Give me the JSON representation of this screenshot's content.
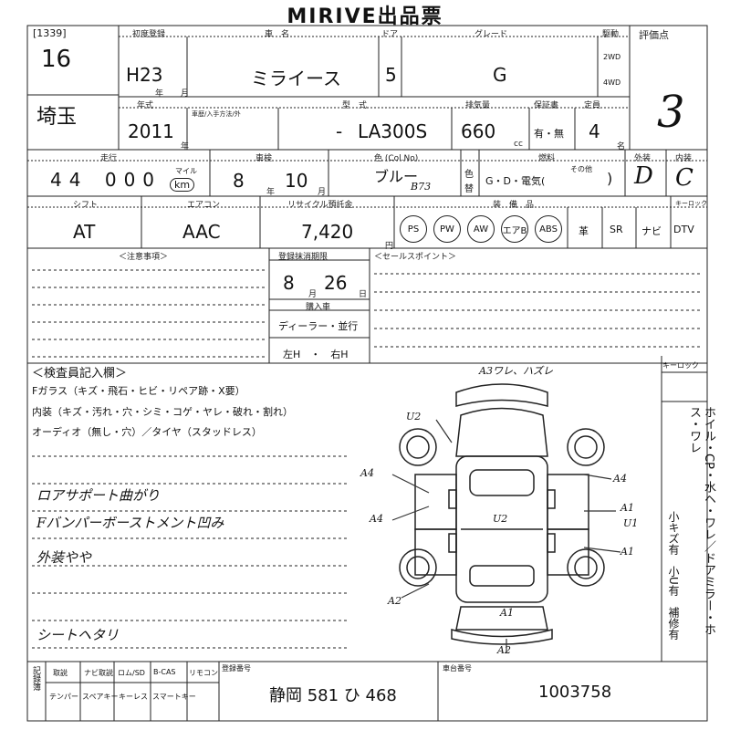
{
  "header": {
    "title": "MIRIVE出品票"
  },
  "lot": {
    "number": "[1339]",
    "day": "16",
    "place": "埼玉"
  },
  "labels": {
    "reg_year": "初度登録",
    "car_name": "車　名",
    "door": "ドア",
    "grade": "グレード",
    "model_year": "年式",
    "remark_small": "車歴/入手方法/外",
    "type": "型　式",
    "displacement": "排気量",
    "warranty": "保証書",
    "capacity": "定員",
    "drive": "駆動",
    "score": "評価点",
    "mileage": "走行",
    "vehicle": "車検",
    "color": "色 (Col.No)",
    "fuel": "燃料",
    "exterior": "外装",
    "interior": "内装",
    "shift": "シフト",
    "aircon": "エアコン",
    "recycle": "リサイクル預託金",
    "equipment": "装　備　品",
    "notes": "＜注意事項＞",
    "reg_deadline": "登録抹消期限",
    "sales_point": "＜セールスポイント＞",
    "purchase": "購入車",
    "keyless": "キーロック",
    "reg_no_label": "登録番号",
    "frame_label": "車台番号",
    "inspector": "＜検査員記入欄＞",
    "year_unit": "年",
    "month_unit": "月",
    "day_unit": "日",
    "yen_unit": "円",
    "cc_unit": "cc",
    "person_unit": "名",
    "era_small": "年",
    "month_small": "月",
    "color_word": "色",
    "repaint": "替",
    "fuel_other": "その他"
  },
  "car": {
    "registration": "H23",
    "name": "ミライース",
    "doors": "5",
    "grade": "G",
    "drive_opts": [
      "2WD",
      "4WD"
    ],
    "year": "2011",
    "model_dash": "-",
    "model": "LA300S",
    "displacement": "660",
    "warranty": "有・無",
    "capacity": "4",
    "score": "3",
    "mileage_digits": [
      "4",
      "4",
      "0",
      "0",
      "0"
    ],
    "mileage_unit_top": "マイル",
    "mileage_unit": "km",
    "inspection_year": "8",
    "inspection_month": "10",
    "color": "ブルー",
    "color_no": "B73",
    "fuel": "G・D・電気(",
    "fuel_close": ")",
    "exterior_grade": "D",
    "interior_grade": "C",
    "shift": "AT",
    "aircon": "AAC",
    "recycle": "7,420",
    "equipment": [
      "PS",
      "PW",
      "AW",
      "エアB",
      "ABS"
    ],
    "equipment_sq": [
      "革",
      "SR",
      "ナビ",
      "DTV"
    ]
  },
  "deadline": {
    "month": "8",
    "day": "26",
    "dealer": "ディーラー・並行",
    "handle": "左H　・　右H"
  },
  "inspection_notes": [
    "Fガラス（キズ・飛石・ヒビ・リペア跡・X要）",
    "内装（キズ・汚れ・穴・シミ・コゲ・ヤレ・破れ・割れ）",
    "オーディオ（無し・穴）／タイヤ（スタッドレス）"
  ],
  "handwritten": [
    "ロアサポート曲がり",
    "Fバンパーボーストメント凹み",
    "外装やや",
    "シートヘタリ"
  ],
  "diagram_marks": [
    "A3ワレ、ハズレ",
    "U2",
    "A4",
    "A4",
    "A4",
    "A1",
    "U2",
    "A1",
    "U1",
    "A2",
    "A2",
    "A1"
  ],
  "side_vertical": [
    "ホイル・CP・水ヘ・ワレ／ドアミラー・ホス・ワレ",
    "小キズ有　小U有　補修有"
  ],
  "bottom": {
    "row1": [
      "取説",
      "ナビ取説",
      "ロム/SD",
      "B-CAS",
      "リモコン"
    ],
    "row2": [
      "テンパー",
      "スペアキー",
      "キーレス",
      "スマートキー"
    ],
    "side_label": "記録簿",
    "reg_no": "静岡 581 ひ 468",
    "frame_no": "1003758"
  }
}
